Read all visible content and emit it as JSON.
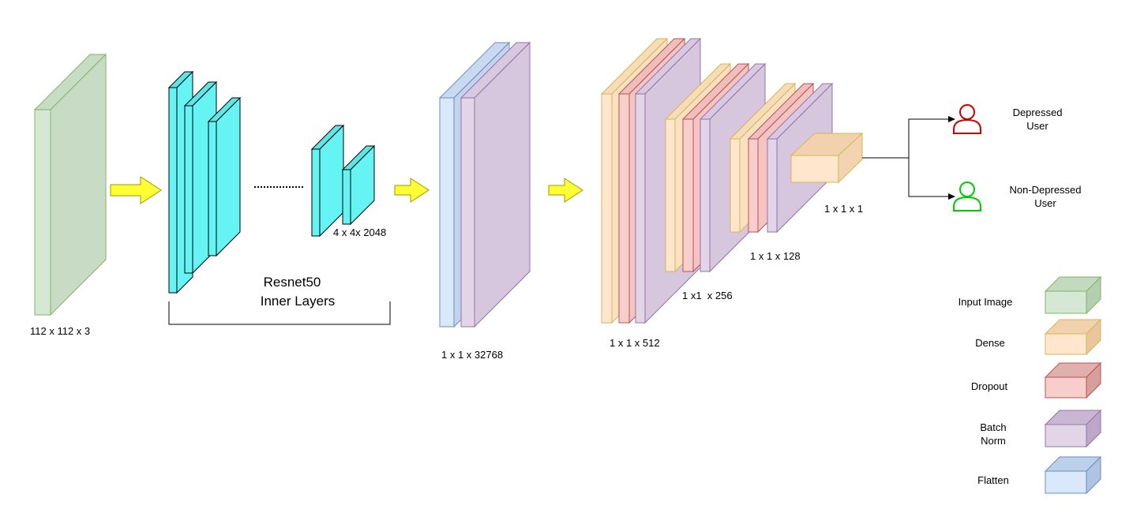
{
  "labels": {
    "input_dim": "112 x 112 x 3",
    "resnet_out_dim": "4 x 4x 2048",
    "resnet_title_line1": "Resnet50",
    "resnet_title_line2": "Inner Layers",
    "flatten_dim": "1 x 1 x 32768",
    "block512_dim": "1 x 1 x 512",
    "block256_dim": "1 x1  x 256",
    "block128_dim": "1 x 1 x 128",
    "output_dim": "1 x 1 x 1"
  },
  "outputs": [
    {
      "line1": "Depressed",
      "line2": "User",
      "color": "#cc0000",
      "icon": "user-icon"
    },
    {
      "line1": "Non-Depressed",
      "line2": "User",
      "color": "#00cc00",
      "icon": "user-icon"
    }
  ],
  "legend": [
    {
      "line1": "Input Image",
      "line2": "",
      "front": "#d5e8d4",
      "stroke": "#82b366"
    },
    {
      "line1": "Dense",
      "line2": "",
      "front": "#ffe6cc",
      "stroke": "#d6b656"
    },
    {
      "line1": "Dropout",
      "line2": "",
      "front": "#f8cecc",
      "stroke": "#b85450"
    },
    {
      "line1": "Batch",
      "line2": "Norm",
      "front": "#e1d5e7",
      "stroke": "#9673a6"
    },
    {
      "line1": "Flatten",
      "line2": "",
      "front": "#dae8fc",
      "stroke": "#6c8ebf"
    }
  ],
  "colors": {
    "input": "#d5e8d4",
    "resnet": "#66f3f3",
    "flatten": "#dae8fc",
    "dense": "#ffe6cc",
    "dropout": "#f8cecc",
    "batchnorm": "#e1d5e7",
    "arrow": "#ffff33"
  }
}
